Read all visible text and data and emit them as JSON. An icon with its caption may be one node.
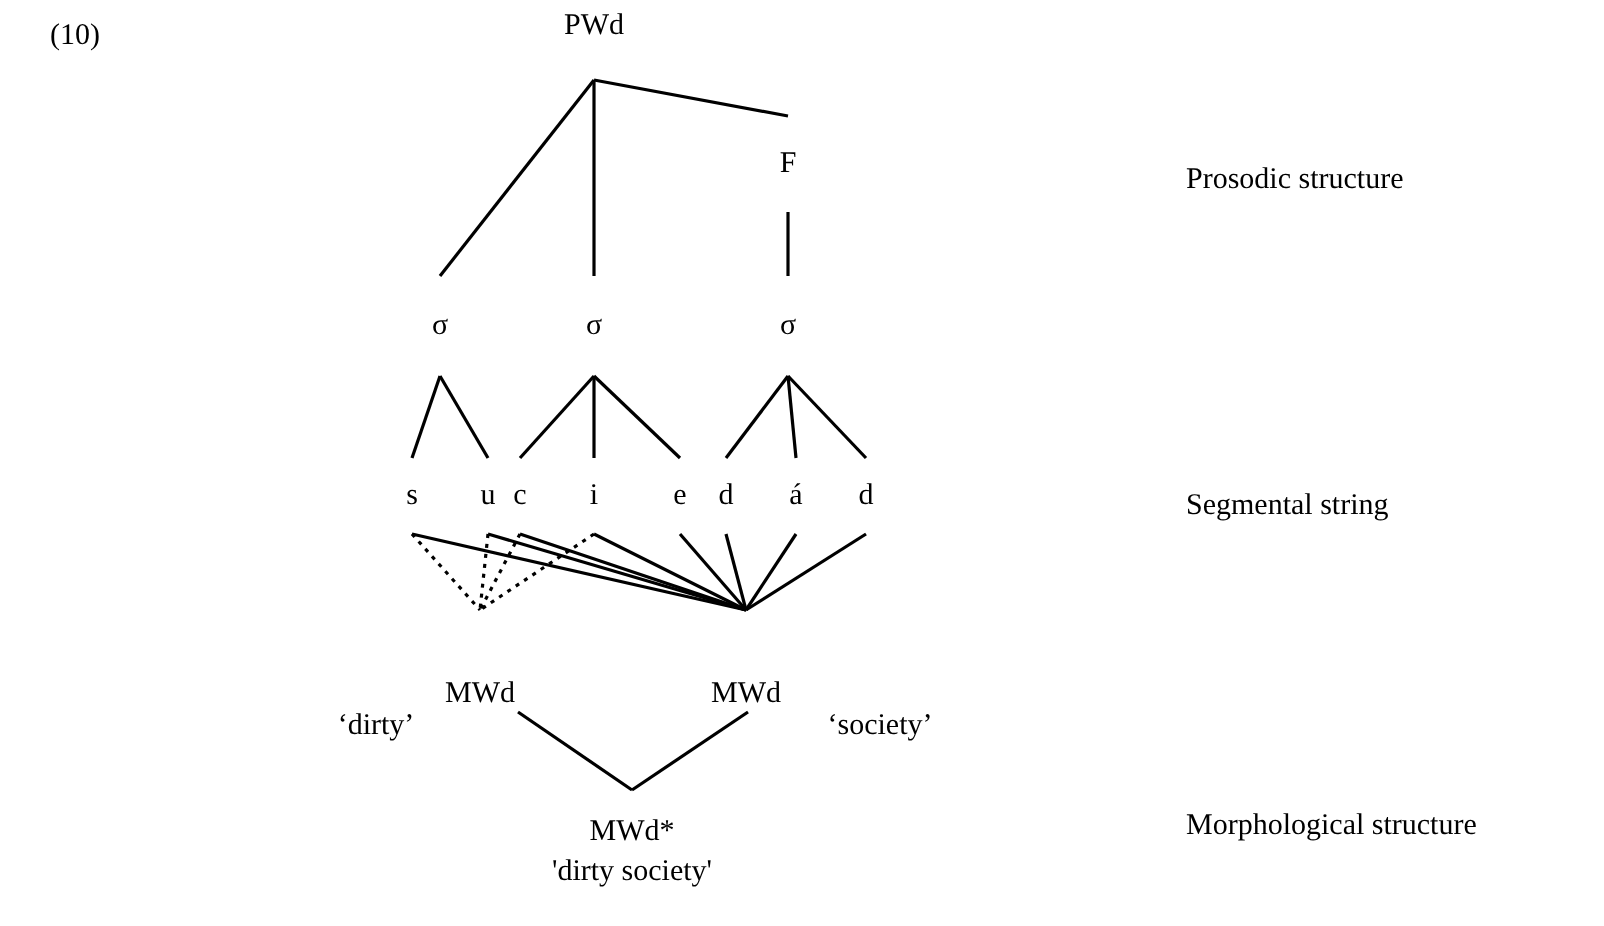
{
  "diagram": {
    "nodes": [
      {
        "text": [
          "PWd"
        ]
      },
      {
        "text": [
          "F"
        ]
      },
      {
        "text": [
          "σ"
        ]
      },
      {
        "text": [
          "σ"
        ]
      },
      {
        "text": [
          "σ"
        ]
      },
      {
        "text": [
          "s"
        ]
      },
      {
        "text": [
          "u"
        ]
      },
      {
        "text": [
          "c"
        ]
      },
      {
        "text": [
          "i"
        ]
      },
      {
        "text": [
          "e"
        ]
      },
      {
        "text": [
          "d"
        ]
      },
      {
        "text": [
          "á"
        ]
      },
      {
        "text": [
          "d"
        ]
      },
      {
        "text": [
          "MWd"
        ],
        "beside": [
          "‘dirty’"
        ]
      },
      {
        "text": [
          "MWd"
        ],
        "beside": [
          "‘society’"
        ]
      },
      {
        "text": [
          "MWd*"
        ],
        "beside": [
          "'dirty society'"
        ]
      }
    ],
    "edges": [
      {
        "from": 0,
        "to": 2,
        "arrow": "none"
      },
      {
        "from": 0,
        "to": 3,
        "arrow": "none"
      },
      {
        "from": 0,
        "to": 1,
        "arrow": "none"
      },
      {
        "from": 1,
        "to": 4,
        "arrow": "none"
      },
      {
        "from": 2,
        "to": 5,
        "arrow": "none"
      },
      {
        "from": 2,
        "to": 6,
        "arrow": "none"
      },
      {
        "from": 3,
        "to": 7,
        "arrow": "none"
      },
      {
        "from": 3,
        "to": 8,
        "arrow": "none"
      },
      {
        "from": 3,
        "to": 9,
        "arrow": "none"
      },
      {
        "from": 4,
        "to": 10,
        "arrow": "none"
      },
      {
        "from": 4,
        "to": 11,
        "arrow": "none"
      },
      {
        "from": 4,
        "to": 12,
        "arrow": "none"
      },
      {
        "from": 5,
        "to": 13,
        "arrow": "none",
        "style": "dashed"
      },
      {
        "from": 6,
        "to": 13,
        "arrow": "none",
        "style": "dashed"
      },
      {
        "from": 7,
        "to": 13,
        "arrow": "none",
        "style": "dashed"
      },
      {
        "from": 8,
        "to": 13,
        "arrow": "none",
        "style": "dashed"
      },
      {
        "from": 5,
        "to": 14,
        "arrow": "none"
      },
      {
        "from": 6,
        "to": 14,
        "arrow": "none"
      },
      {
        "from": 7,
        "to": 14,
        "arrow": "none"
      },
      {
        "from": 8,
        "to": 14,
        "arrow": "none"
      },
      {
        "from": 9,
        "to": 14,
        "arrow": "none"
      },
      {
        "from": 10,
        "to": 14,
        "arrow": "none"
      },
      {
        "from": 11,
        "to": 14,
        "arrow": "none"
      },
      {
        "from": 12,
        "to": 14,
        "arrow": "none"
      },
      {
        "from": 13,
        "to": 15,
        "arrow": "none"
      },
      {
        "from": 14,
        "to": 15,
        "arrow": "none"
      }
    ],
    "labels": [
      "(10)",
      "Prosodic structure",
      "Segmental string",
      "Morphological structure"
    ]
  }
}
